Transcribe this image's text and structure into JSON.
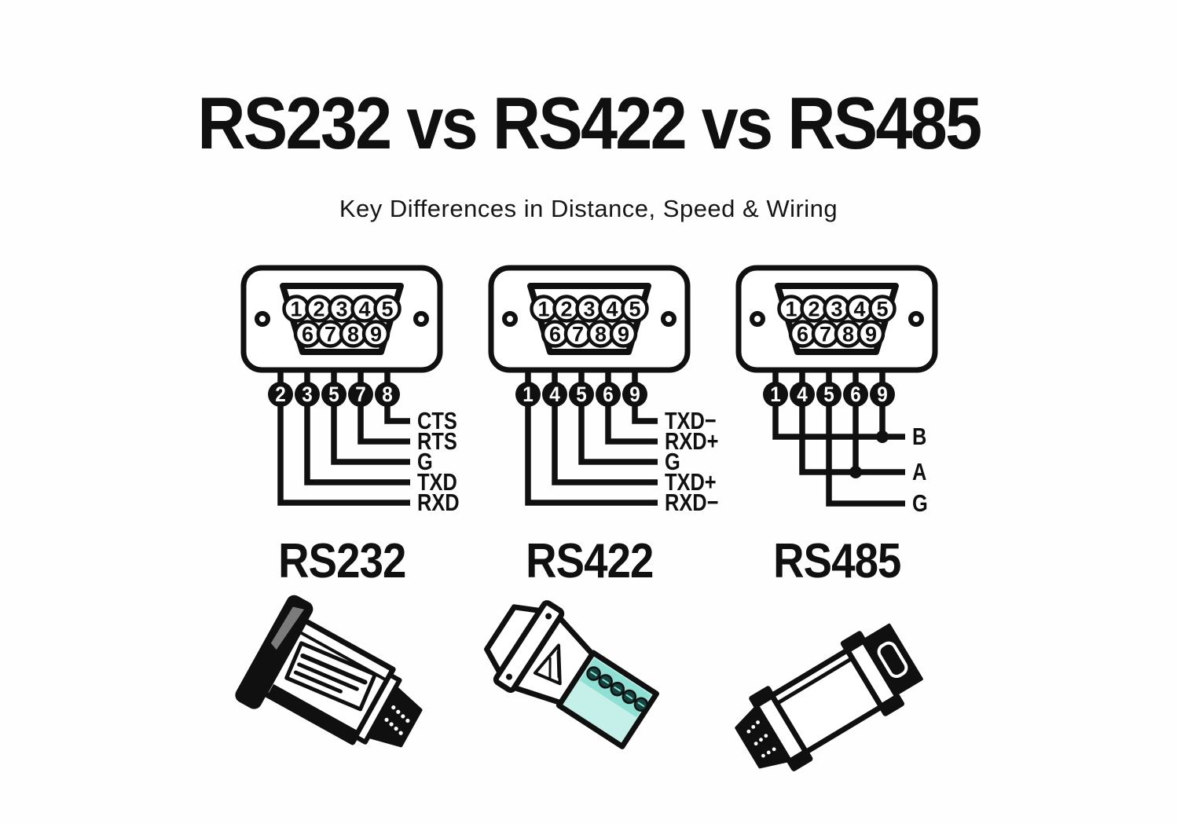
{
  "title": "RS232 vs RS422 vs RS485",
  "subtitle": "Key Differences in Distance, Speed & Wiring",
  "colors": {
    "ink": "#101010",
    "paper": "#fefefe",
    "teal": "#8fdfd4",
    "teal_light": "#c4f0e9",
    "teal_dark": "#14443f"
  },
  "db9": {
    "top_row": [
      "1",
      "2",
      "3",
      "4",
      "5"
    ],
    "bottom_row": [
      "6",
      "7",
      "8",
      "9"
    ]
  },
  "panels": [
    {
      "name": "RS232",
      "wiring": {
        "style": "elbow",
        "pins": [
          "2",
          "3",
          "5",
          "7",
          "8"
        ],
        "signals": [
          {
            "label": "CTS",
            "pin": "8"
          },
          {
            "label": "RTS",
            "pin": "7"
          },
          {
            "label": "G",
            "pin": "5"
          },
          {
            "label": "TXD",
            "pin": "3"
          },
          {
            "label": "RXD",
            "pin": "2"
          }
        ]
      }
    },
    {
      "name": "RS422",
      "wiring": {
        "style": "elbow",
        "pins": [
          "1",
          "4",
          "5",
          "6",
          "9"
        ],
        "signals": [
          {
            "label": "TXD−",
            "pin": "9"
          },
          {
            "label": "RXD+",
            "pin": "6"
          },
          {
            "label": "G",
            "pin": "5"
          },
          {
            "label": "TXD+",
            "pin": "4"
          },
          {
            "label": "RXD−",
            "pin": "1"
          }
        ]
      }
    },
    {
      "name": "RS485",
      "wiring": {
        "style": "bus",
        "pins": [
          "1",
          "4",
          "5",
          "6",
          "9"
        ],
        "signals": [
          {
            "label": "B",
            "pins": [
              "1",
              "9"
            ]
          },
          {
            "label": "A",
            "pins": [
              "4",
              "6"
            ]
          },
          {
            "label": "G",
            "pins": [
              "5"
            ]
          }
        ]
      }
    }
  ]
}
